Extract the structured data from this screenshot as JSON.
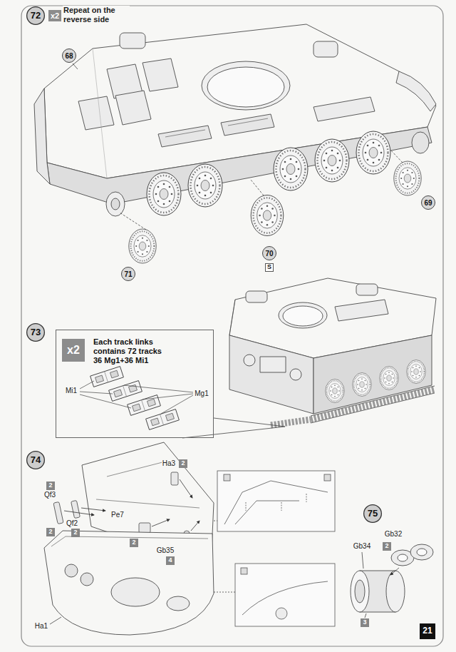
{
  "diagram": {
    "nodes": [
      {
        "text": [
          "72"
        ]
      },
      {
        "text": [
          "x2"
        ]
      },
      {
        "text": [
          "68"
        ]
      },
      {
        "text": [
          "69"
        ]
      },
      {
        "text": [
          "70"
        ]
      },
      {
        "text": [
          "S"
        ]
      },
      {
        "text": [
          "71"
        ]
      },
      {
        "text": [
          "73"
        ]
      },
      {
        "text": [
          "Each track links contains 72 tracks 36 Mg1+36 Mi1"
        ]
      },
      {
        "text": [
          "x2"
        ],
        "in": 8
      },
      {
        "text": [
          "74"
        ]
      },
      {
        "text": [
          "2"
        ]
      },
      {
        "text": [
          "2"
        ]
      },
      {
        "text": [
          "2"
        ]
      },
      {
        "text": [
          "2"
        ]
      },
      {
        "text": [
          "2"
        ]
      },
      {
        "text": [
          "4"
        ]
      },
      {
        "text": [
          "75"
        ]
      },
      {
        "text": [
          "2"
        ]
      },
      {
        "text": [
          "3"
        ]
      },
      {
        "text": [
          "21"
        ]
      }
    ],
    "labels": [
      "Repeat on the reverse side",
      "Mi1",
      "Mg1",
      "Ha3",
      "Qf3",
      "Qf2",
      "Pe7",
      "Gb35",
      "Ha1",
      "Gb32",
      "Gb34"
    ]
  }
}
